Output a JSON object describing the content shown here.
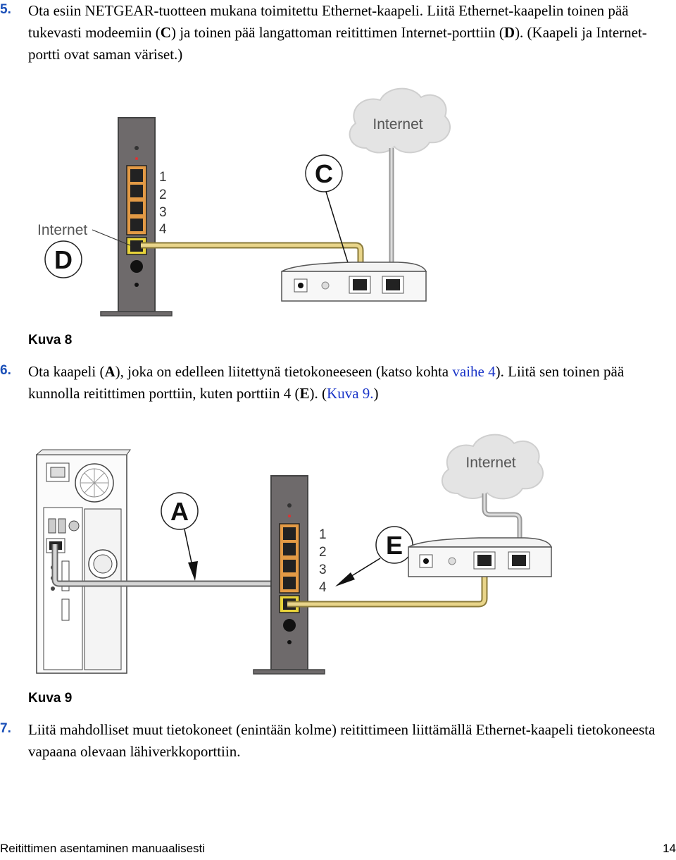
{
  "steps": {
    "s5": {
      "num": "5.",
      "t1": "Ota esiin NETGEAR-tuotteen mukana toimitettu Ethernet-kaapeli. Liitä Ethernet-kaapelin toinen pää tukevasti modeemiin (",
      "b1": "C",
      "t2": ") ja toinen pää langattoman reitittimen Internet-porttiin (",
      "b2": "D",
      "t3": "). (Kaapeli ja Internet-portti ovat saman väriset.)"
    },
    "s6": {
      "num": "6.",
      "t1": "Ota kaapeli (",
      "b1": "A",
      "t2": "), joka on edelleen liitettynä tietokoneeseen (katso kohta ",
      "link1": "vaihe 4",
      "t3": "). Liitä sen toinen pää kunnolla reitittimen porttiin, kuten porttiin 4 (",
      "b2": "E",
      "t4": "). (",
      "link2": "Kuva 9.",
      "t5": ")"
    },
    "s7": {
      "num": "7.",
      "text": "Liitä mahdolliset muut tietokoneet (enintään kolme) reitittimeen liittämällä Ethernet-kaapeli tietokoneesta vapaana olevaan lähiverkkoporttiin."
    }
  },
  "figures": {
    "f8": {
      "caption": "Kuva 8",
      "cloud_label": "Internet",
      "port_label": "Internet",
      "letter_c": "C",
      "letter_d": "D",
      "port_numbers": [
        "1",
        "2",
        "3",
        "4"
      ]
    },
    "f9": {
      "caption": "Kuva 9",
      "cloud_label": "Internet",
      "letter_a": "A",
      "letter_e": "E",
      "port_numbers": [
        "1",
        "2",
        "3",
        "4"
      ]
    }
  },
  "footer": {
    "left": "Reitittimen asentaminen manuaalisesti",
    "right": "14"
  },
  "colors": {
    "step_number": "#1a4fb8",
    "link": "#1a35c8",
    "router_body": "#6e6a6b",
    "lan_port": "#e39a45",
    "internet_port": "#e8d33a",
    "yellow_cable": "#e9d58a",
    "gray_cable": "#c8c8c8"
  }
}
